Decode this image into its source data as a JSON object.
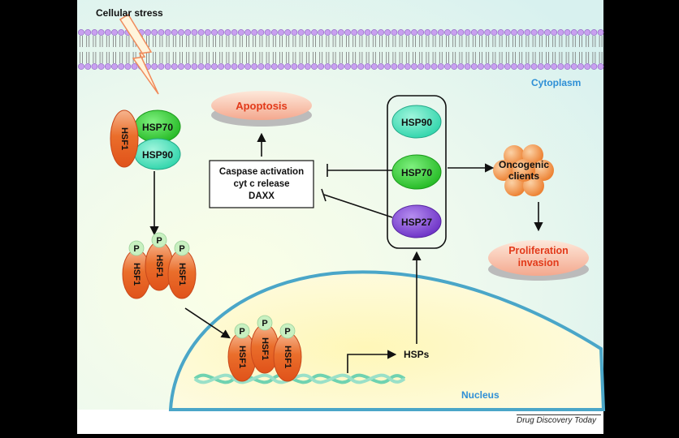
{
  "labels": {
    "stress": "Cellular stress",
    "cytoplasm": "Cytoplasm",
    "nucleus": "Nucleus",
    "apoptosis": "Apoptosis",
    "caspase_lines": [
      "Caspase activation",
      "cyt c release",
      "DAXX"
    ],
    "hsps": "HSPs",
    "oncogenic_lines": [
      "Oncogenic",
      "clients"
    ],
    "proliferation_lines": [
      "Proliferation",
      "invasion"
    ],
    "caption": "Drug Discovery Today"
  },
  "molecules": {
    "hsf1": "HSF1",
    "hsp70": "HSP70",
    "hsp90": "HSP90",
    "hsp27": "HSP27",
    "phospho": "P"
  },
  "colors": {
    "background_panel": "#e4f5f1",
    "cytoplasm_label": "#2e8fd6",
    "nucleus_label": "#2e8fd6",
    "apoptosis_text": "#e23a1a",
    "proliferation_text": "#e23a1a",
    "hsf1": "#e05a1a",
    "hsp70": "#2ecc2e",
    "hsp90": "#3fe0b8",
    "hsp27": "#7b3fd0",
    "oncogenic": "#f08a3a",
    "phospho": "#c8f0c0",
    "membrane_head": "#c9a0f0",
    "nucleus_fill": "#fff6c0",
    "nucleus_edge": "#4aa6c8"
  }
}
